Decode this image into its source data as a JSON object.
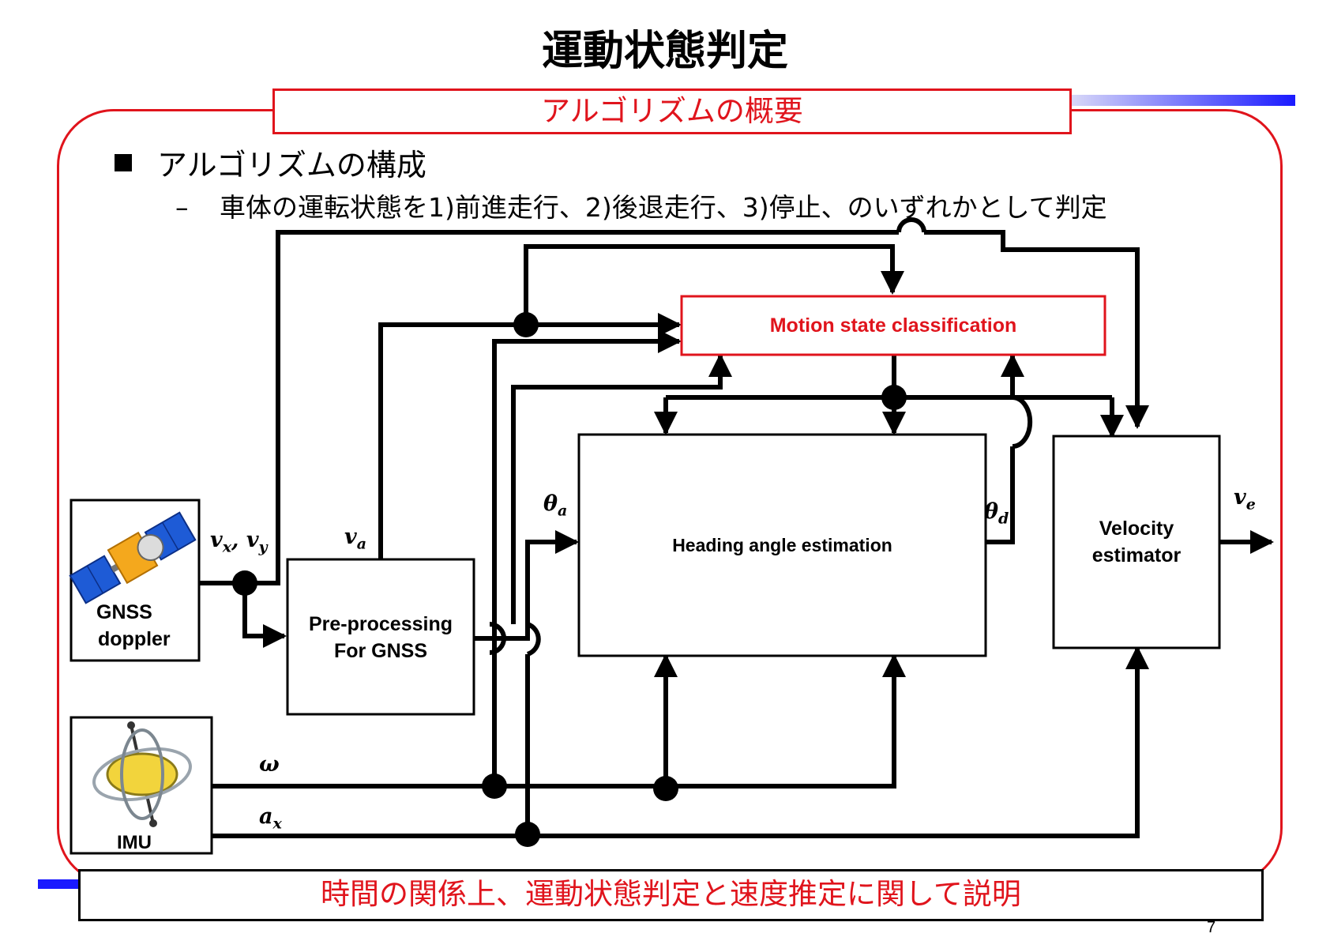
{
  "slide": {
    "title": "運動状態判定",
    "section_label": "アルゴリズムの概要",
    "bullet": "アルゴリズムの構成",
    "sub_dash": "–",
    "sub_text": "車体の運転状態を1)前進走行、2)後退走行、3)停止、のいずれかとして判定",
    "footer_note": "時間の関係上、運動状態判定と速度推定に関して説明",
    "page_number": "7"
  },
  "diagram": {
    "blocks": {
      "motion": "Motion state classification",
      "heading": "Heading angle estimation",
      "pre_line1": "Pre-processing",
      "pre_line2": "For GNSS",
      "vel_line1": "Velocity",
      "vel_line2": "estimator",
      "gnss_line1": "GNSS",
      "gnss_line2": "doppler",
      "imu": "IMU"
    },
    "signals": {
      "vxy_base1": "v",
      "vxy_sub1": "x",
      "vxy_sep": ", ",
      "vxy_base2": "v",
      "vxy_sub2": "y",
      "va_base": "v",
      "va_sub": "a",
      "theta_a_base": "θ",
      "theta_a_sub": "a",
      "theta_d_base": "θ",
      "theta_d_sub": "d",
      "ve_base": "v",
      "ve_sub": "e",
      "omega": "ω",
      "ax_base": "a",
      "ax_sub": "x"
    }
  },
  "colors": {
    "frame_red": "#e0141c",
    "accent_blue": "#1a1aff",
    "line_black": "#000000"
  }
}
